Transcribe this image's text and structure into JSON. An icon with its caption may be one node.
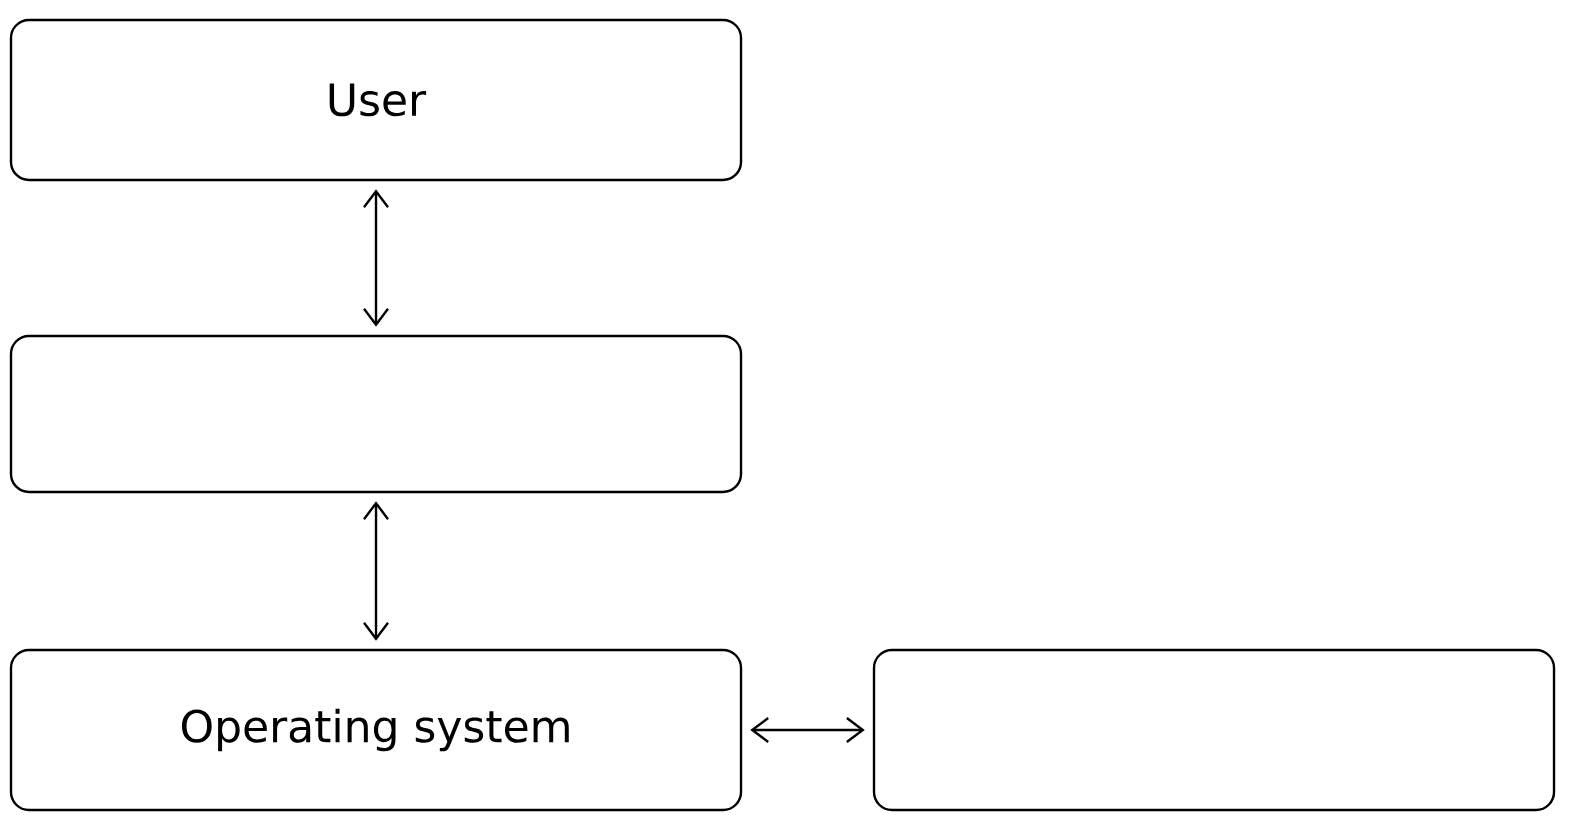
{
  "diagram": {
    "nodes": [
      {
        "text": [
          "User"
        ]
      },
      {
        "text": [],
        "shape": "box"
      },
      {
        "text": [
          "Operating system"
        ]
      },
      {
        "text": [],
        "shape": "box"
      }
    ],
    "edges": [
      {
        "from": 0,
        "to": 1,
        "arrow": "both"
      },
      {
        "from": 1,
        "to": 2,
        "arrow": "both"
      },
      {
        "from": 2,
        "to": 3,
        "arrow": "both"
      }
    ]
  }
}
